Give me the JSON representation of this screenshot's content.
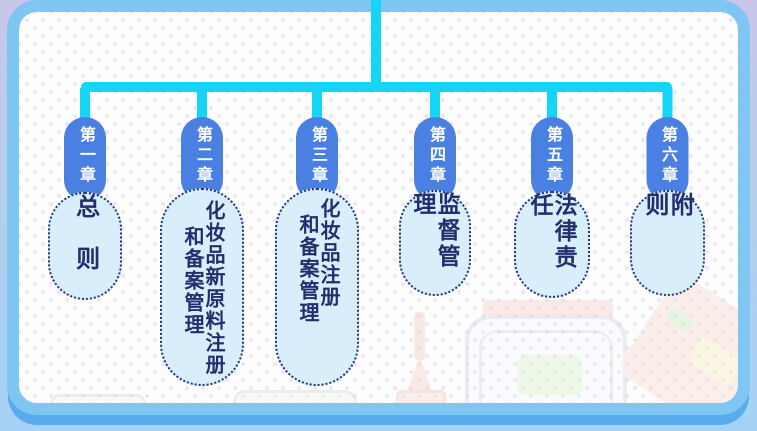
{
  "diagram": {
    "connector_color": "#15d5f6",
    "pill_color": "#4a80e2",
    "capsule_fill": "#d9eefb",
    "capsule_border": "#27337a",
    "frame_color": "#7fc6f3",
    "frame_shadow_color": "#57abee",
    "chapters": [
      {
        "label": "第一章",
        "columns": [
          "总则"
        ]
      },
      {
        "label": "第二章",
        "columns": [
          "化妆品新原料注册",
          "和备案管理"
        ]
      },
      {
        "label": "第三章",
        "columns": [
          "化妆品注册",
          "和备案管理"
        ]
      },
      {
        "label": "第四章",
        "columns": [
          "监督管理"
        ]
      },
      {
        "label": "第五章",
        "columns": [
          "法律责任"
        ]
      },
      {
        "label": "第六章",
        "columns": [
          "附则"
        ]
      }
    ]
  }
}
